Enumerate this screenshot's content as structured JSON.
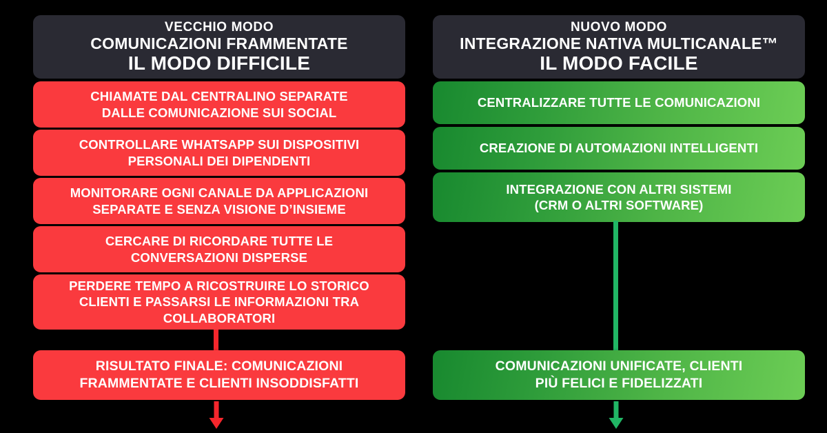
{
  "meta": {
    "language": "it",
    "layout": "two-column-comparison",
    "background_color": "#000000"
  },
  "colors": {
    "header_panel": "#2a2a33",
    "red": "#fa3a3e",
    "red_connector": "#f6262c",
    "green_dark": "#18892f",
    "green_light": "#6ccd55",
    "green_connector": "#21b665",
    "text": "#ffffff"
  },
  "left_column": {
    "header": {
      "kicker": "VECCHIO MODO",
      "subtitle": "COMUNICAZIONI FRAMMENTATE",
      "title": "IL MODO DIFFICILE"
    },
    "items": [
      {
        "lines": [
          "CHIAMATE DAL CENTRALINO SEPARATE",
          "DALLE COMUNICAZIONE SUI SOCIAL"
        ]
      },
      {
        "lines": [
          "CONTROLLARE WHATSAPP SUI DISPOSITIVI",
          "PERSONALI DEI DIPENDENTI"
        ]
      },
      {
        "lines": [
          "MONITORARE OGNI CANALE DA APPLICAZIONI",
          "SEPARATE E SENZA VISIONE D’INSIEME"
        ]
      },
      {
        "lines": [
          "CERCARE DI RICORDARE TUTTE LE",
          "CONVERSAZIONI DISPERSE"
        ]
      },
      {
        "lines": [
          "PERDERE TEMPO A RICOSTRUIRE LO STORICO",
          "CLIENTI E PASSARSI LE INFORMAZIONI TRA",
          "COLLABORATORI"
        ]
      }
    ],
    "result": {
      "lines": [
        "RISULTATO FINALE: COMUNICAZIONI",
        "FRAMMENTATE E CLIENTI INSODDISFATTI"
      ]
    },
    "arrow_icon": "arrow-down-icon"
  },
  "right_column": {
    "header": {
      "kicker": "NUOVO MODO",
      "subtitle": "INTEGRAZIONE NATIVA MULTICANALE™",
      "title": "IL MODO FACILE"
    },
    "items": [
      {
        "lines": [
          "CENTRALIZZARE TUTTE LE COMUNICAZIONI"
        ]
      },
      {
        "lines": [
          "CREAZIONE DI AUTOMAZIONI INTELLIGENTI"
        ]
      },
      {
        "lines": [
          "INTEGRAZIONE CON ALTRI SISTEMI",
          "(CRM O ALTRI SOFTWARE)"
        ]
      }
    ],
    "result": {
      "lines": [
        "COMUNICAZIONI UNIFICATE, CLIENTI",
        "PIÙ FELICI E FIDELIZZATI"
      ]
    },
    "arrow_icon": "arrow-down-icon"
  }
}
